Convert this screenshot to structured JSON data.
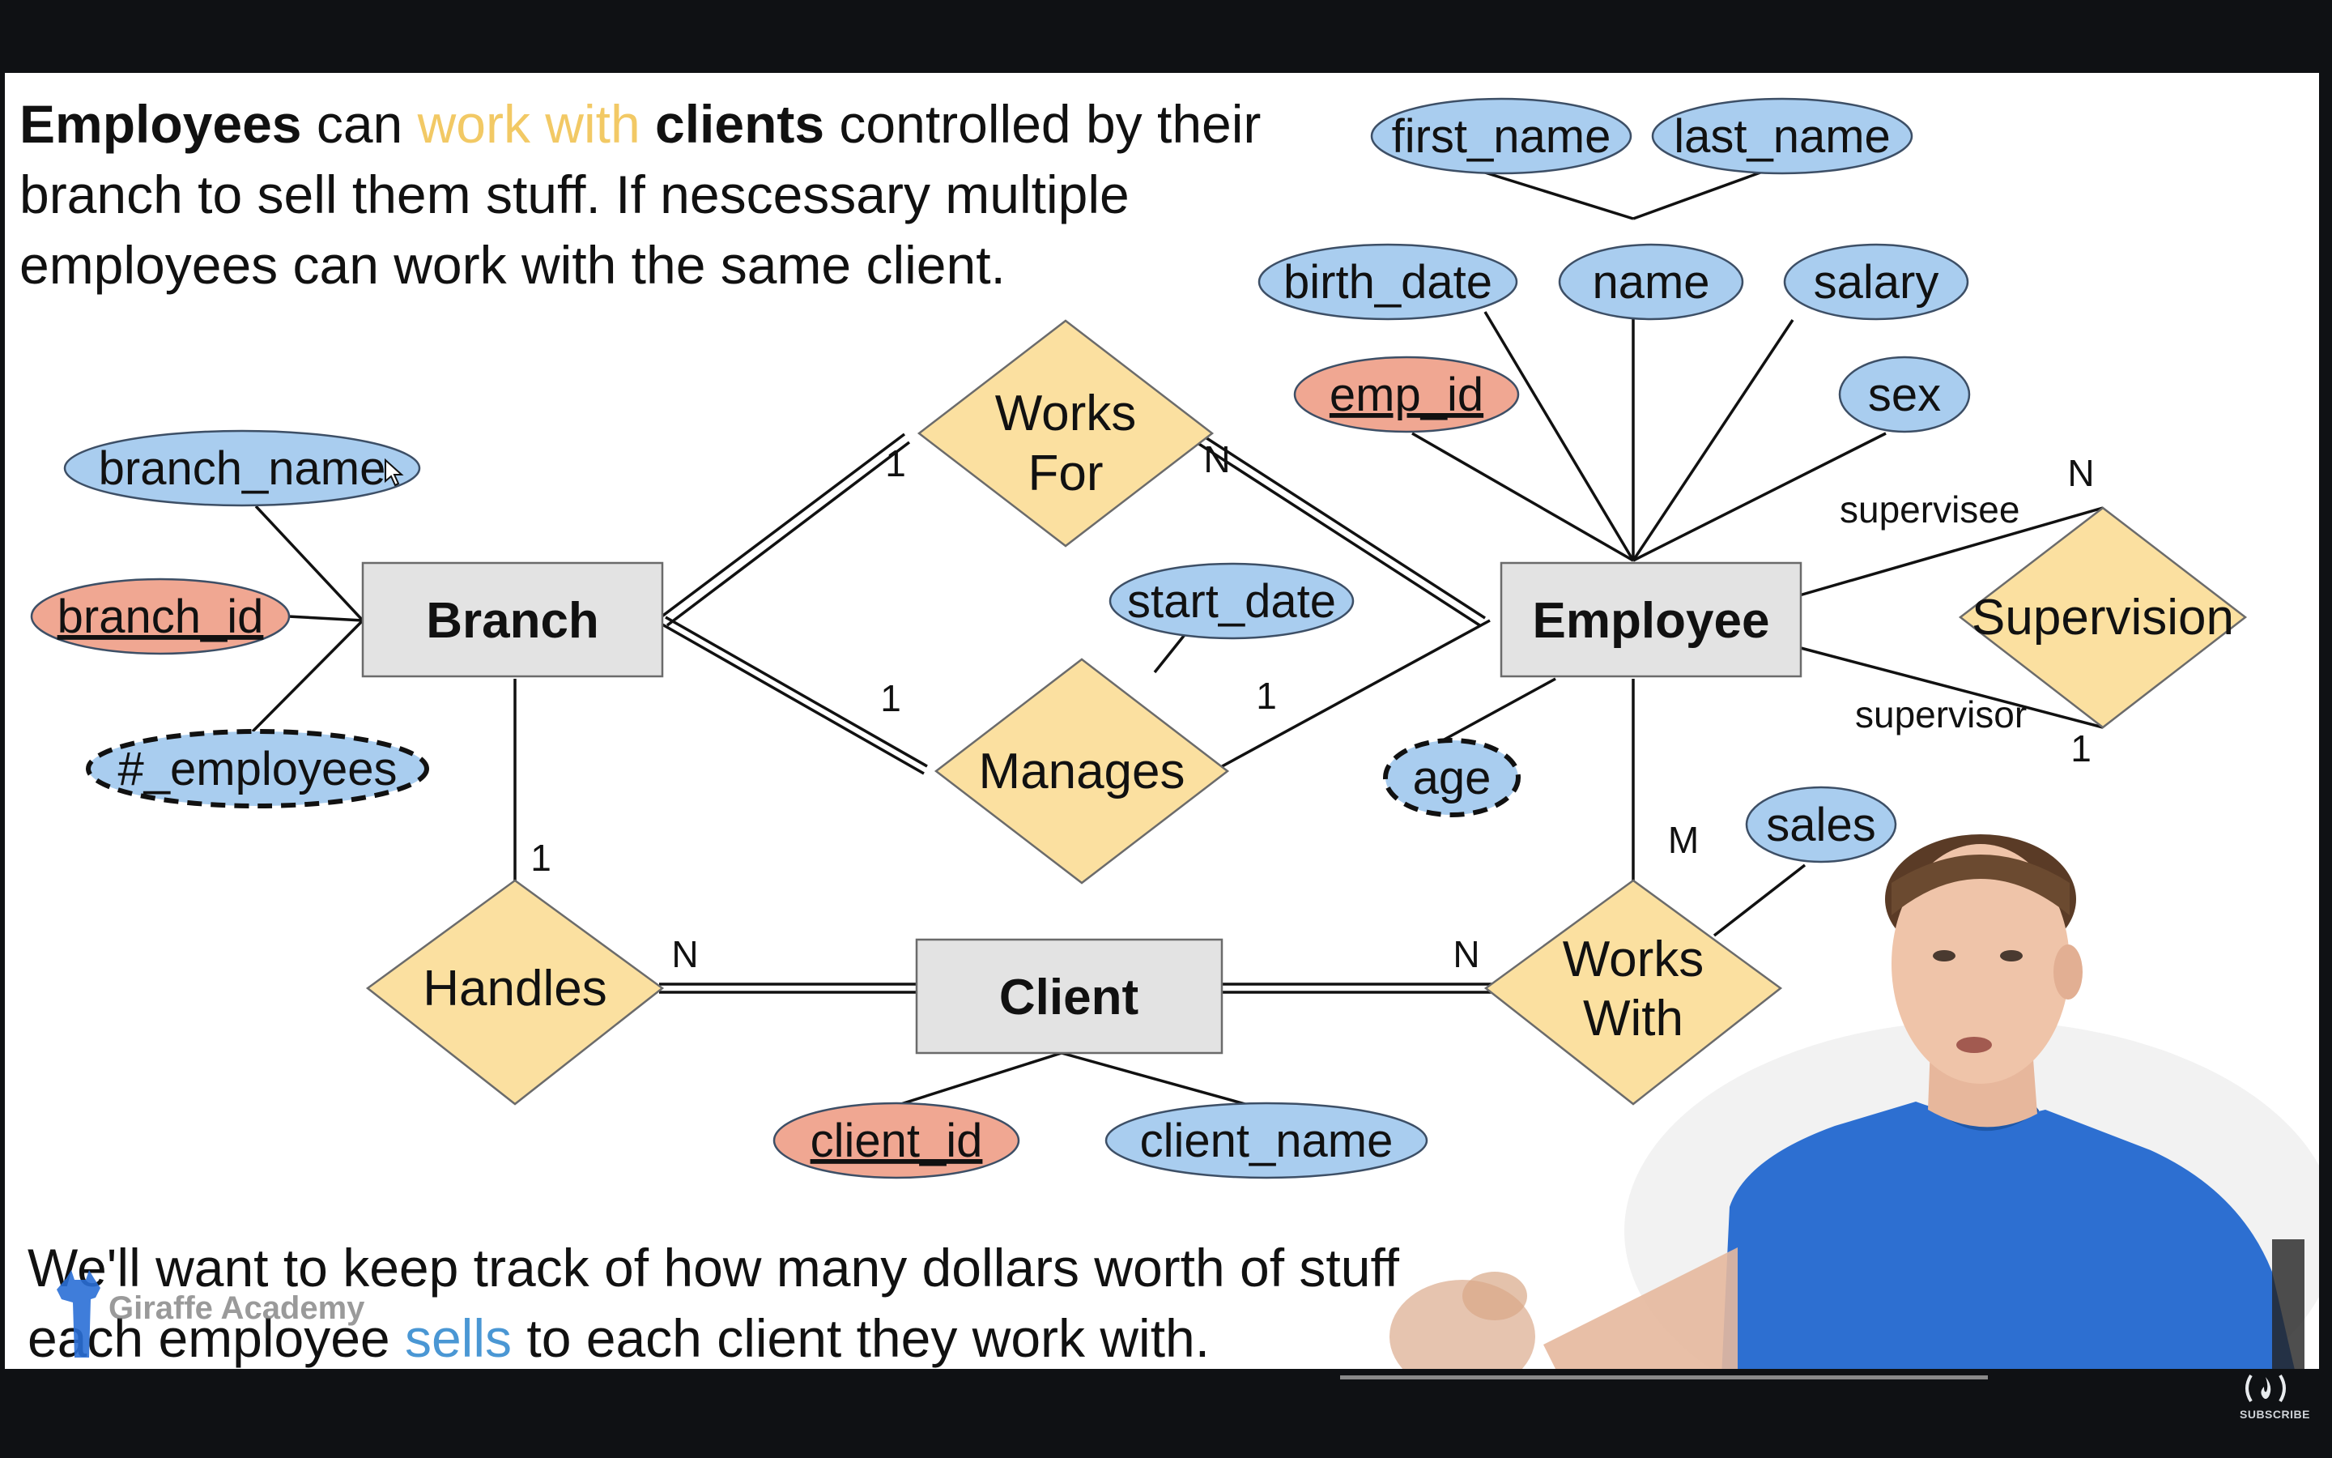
{
  "slide": {
    "intro_lines": [
      [
        {
          "t": "Employees",
          "s": "b"
        },
        {
          "t": " can ",
          "s": ""
        },
        {
          "t": "work with",
          "s": "y"
        },
        {
          "t": " clients",
          "s": "b"
        },
        {
          "t": " controlled by their",
          "s": ""
        }
      ],
      [
        {
          "t": "branch to sell them stuff. If nescessary multiple",
          "s": ""
        }
      ],
      [
        {
          "t": "employees can work with the same client.",
          "s": ""
        }
      ]
    ],
    "footer_lines": [
      [
        {
          "t": "We'll want to keep track of how many dollars worth of stuff",
          "s": ""
        }
      ],
      [
        {
          "t": "each employee ",
          "s": ""
        },
        {
          "t": "sells",
          "s": "bl"
        },
        {
          "t": " to each client they work with.",
          "s": ""
        }
      ]
    ],
    "watermark": "Giraffe Academy"
  },
  "colors": {
    "attribute": "#a9cdef",
    "key_attribute": "#f0a792",
    "relationship": "#fbe0a0",
    "entity": "#e3e3e3",
    "highlight_yellow": "#f2c965",
    "highlight_blue": "#4a97d4"
  },
  "entities": {
    "branch": "Branch",
    "employee": "Employee",
    "client": "Client"
  },
  "relationships": {
    "works_for": [
      "Works",
      "For"
    ],
    "manages": [
      "Manages"
    ],
    "handles": [
      "Handles"
    ],
    "works_with": [
      "Works",
      "With"
    ],
    "supervision": [
      "Supervision"
    ]
  },
  "attributes": {
    "branch_name": "branch_name",
    "branch_id": "branch_id",
    "num_employees": "#_employees",
    "first_name": "first_name",
    "last_name": "last_name",
    "birth_date": "birth_date",
    "name": "name",
    "salary": "salary",
    "emp_id": "emp_id",
    "sex": "sex",
    "start_date": "start_date",
    "age": "age",
    "sales": "sales",
    "client_id": "client_id",
    "client_name": "client_name"
  },
  "cardinalities": {
    "works_for_branch": "1",
    "works_for_employee": "N",
    "manages_branch": "1",
    "manages_employee": "1",
    "handles_branch": "1",
    "handles_client": "N",
    "works_with_client": "N",
    "works_with_employee": "M",
    "supervisee": "N",
    "supervisor": "1"
  },
  "roles": {
    "supervisee": "supervisee",
    "supervisor": "supervisor"
  },
  "channel": {
    "subscribe": "SUBSCRIBE"
  }
}
